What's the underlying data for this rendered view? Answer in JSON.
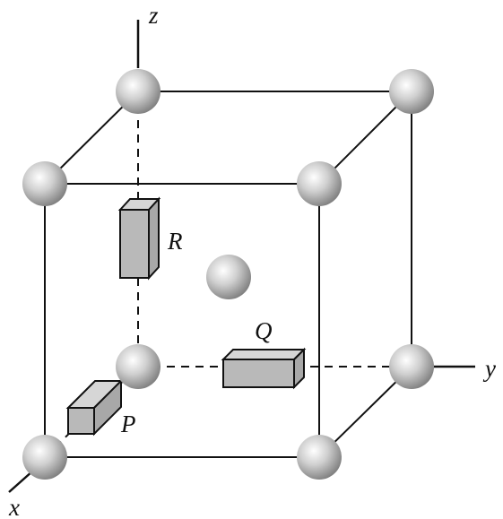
{
  "labels": {
    "axis_x": "x",
    "axis_y": "y",
    "axis_z": "z",
    "site_p": "P",
    "site_q": "Q",
    "site_r": "R"
  },
  "colors": {
    "atom_highlight": "#ffffff",
    "atom_mid": "#cfcfcf",
    "atom_shadow": "#7a7a7a",
    "box_fill": "#b9b9b9",
    "line": "#111111"
  }
}
